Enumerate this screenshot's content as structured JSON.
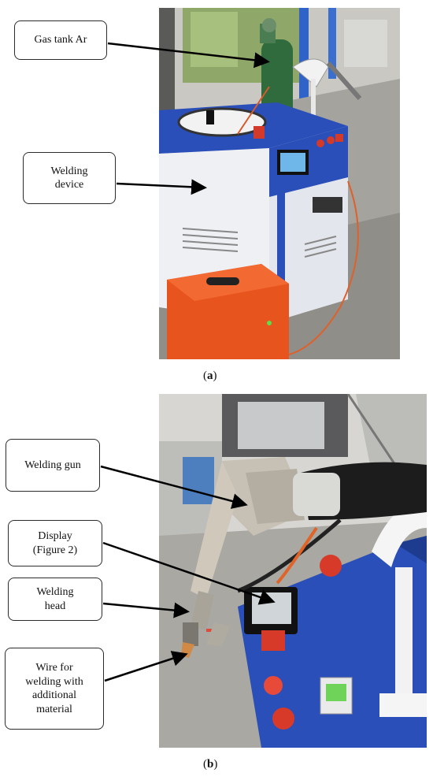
{
  "panel_a": {
    "caption_open": "(",
    "caption_letter": "a",
    "caption_close": ")",
    "labels": {
      "gas_tank": "Gas tank Ar",
      "welding_device": "Welding\ndevice"
    }
  },
  "panel_b": {
    "caption_open": "(",
    "caption_letter": "b",
    "caption_close": ")",
    "labels": {
      "welding_gun": "Welding gun",
      "display": "Display\n(Figure 2)",
      "welding_head": "Welding\nhead",
      "wire": "Wire for\nwelding with\nadditional\nmaterial"
    }
  },
  "colors": {
    "machine_blue": "#2a4fb8",
    "casing_white": "#eef0f4",
    "orange_case": "#e8541e",
    "gas_green": "#2f6b3c",
    "floor_gray": "#9a9a96"
  }
}
